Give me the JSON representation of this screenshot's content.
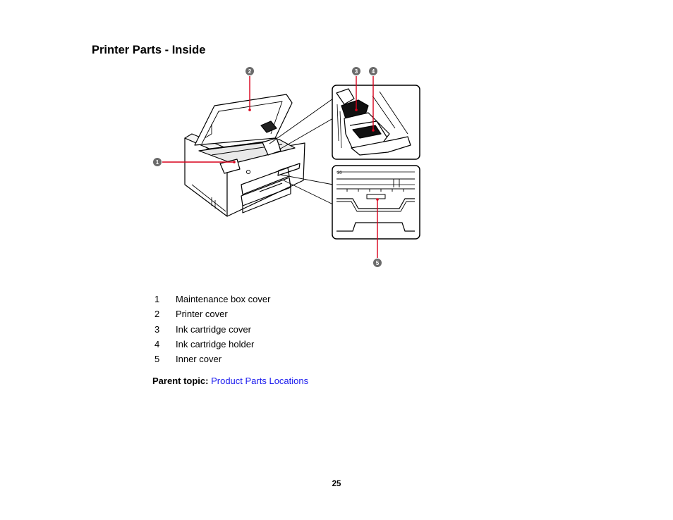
{
  "heading": "Printer Parts - Inside",
  "callouts": [
    "1",
    "2",
    "3",
    "4",
    "5"
  ],
  "parts": [
    {
      "num": "1",
      "label": "Maintenance box cover"
    },
    {
      "num": "2",
      "label": "Printer cover"
    },
    {
      "num": "3",
      "label": "Ink cartridge cover"
    },
    {
      "num": "4",
      "label": "Ink cartridge holder"
    },
    {
      "num": "5",
      "label": "Inner cover"
    }
  ],
  "parent_topic": {
    "label": "Parent topic:",
    "link": "Product Parts Locations"
  },
  "page_number": "25",
  "colors": {
    "callout_line": "#d9001b",
    "callout_badge": "#6b6b6b",
    "link": "#1a1aee"
  }
}
